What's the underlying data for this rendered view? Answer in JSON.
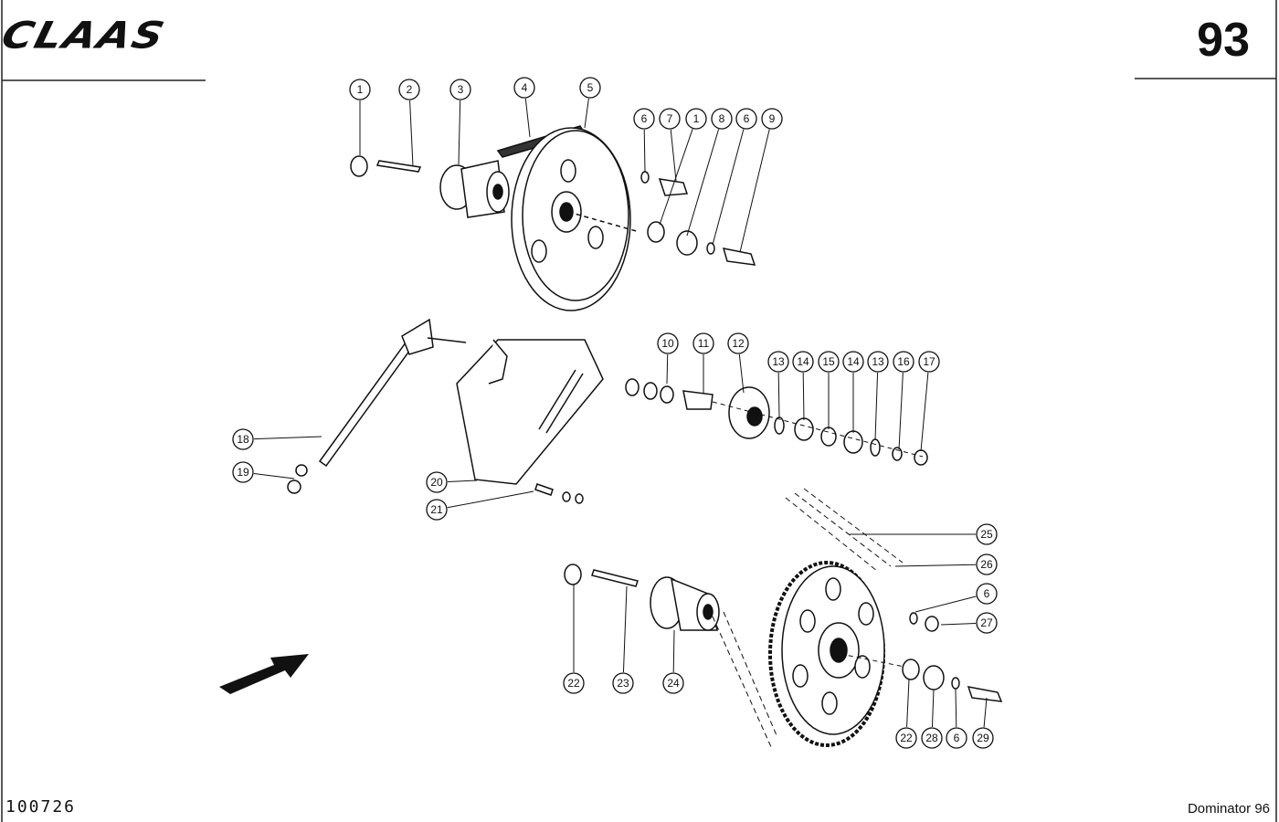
{
  "header": {
    "brand": "CLAAS",
    "page_number": "93"
  },
  "footer": {
    "drawing_code": "100726",
    "model": "Dominator 96"
  },
  "callouts": [
    "1",
    "2",
    "3",
    "4",
    "5",
    "6",
    "7",
    "1",
    "8",
    "6",
    "9",
    "10",
    "11",
    "12",
    "13",
    "14",
    "15",
    "14",
    "13",
    "16",
    "17",
    "18",
    "19",
    "20",
    "21",
    "25",
    "26",
    "6",
    "27",
    "22",
    "23",
    "24",
    "22",
    "28",
    "6",
    "29"
  ],
  "icons": {
    "direction_arrow": "direction-arrow-icon"
  }
}
